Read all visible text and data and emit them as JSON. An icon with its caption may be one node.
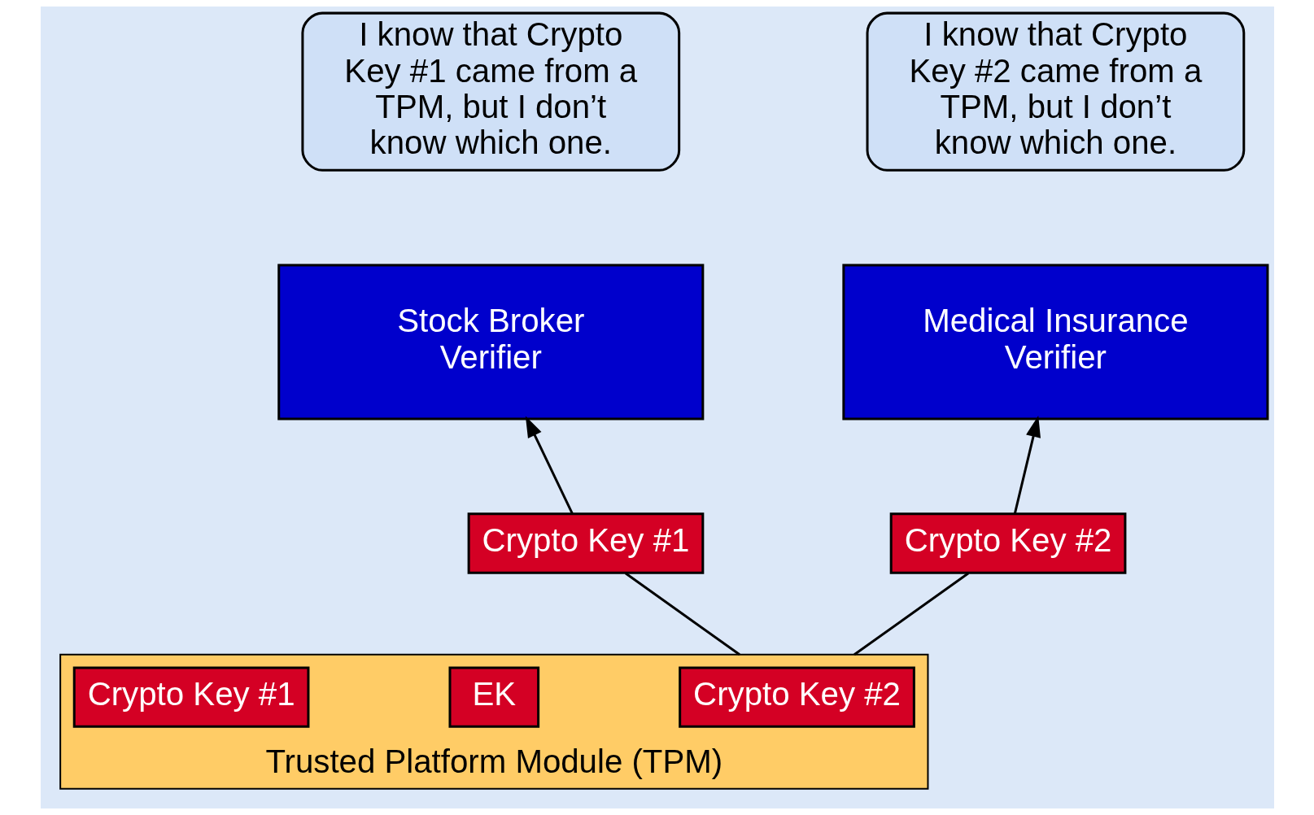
{
  "diagram": {
    "nodes": [
      {
        "text": [
          "I know that Crypto Key #1 came from a TPM, but I don’t know which one."
        ]
      },
      {
        "text": [
          "I know that Crypto Key #2 came from a TPM, but I don’t know which one."
        ]
      },
      {
        "text": [
          "Stock Broker Verifier"
        ]
      },
      {
        "text": [
          "Medical Insurance Verifier"
        ]
      },
      {
        "text": [
          "Crypto Key #1"
        ]
      },
      {
        "text": [
          "Crypto Key #2"
        ]
      },
      {
        "text": [
          "Trusted Platform Module (TPM)"
        ]
      },
      {
        "text": [
          "Crypto Key #2"
        ],
        "in": 6
      },
      {
        "text": [
          "EK"
        ],
        "in": 6
      },
      {
        "text": [
          "Crypto Key #1"
        ],
        "in": 6
      }
    ],
    "edges": [
      {
        "from": 6,
        "to": 4,
        "arrow": "none"
      },
      {
        "from": 4,
        "to": 2,
        "arrow": "to"
      },
      {
        "from": 6,
        "to": 5,
        "arrow": "none"
      },
      {
        "from": 5,
        "to": 3,
        "arrow": "to"
      }
    ]
  }
}
